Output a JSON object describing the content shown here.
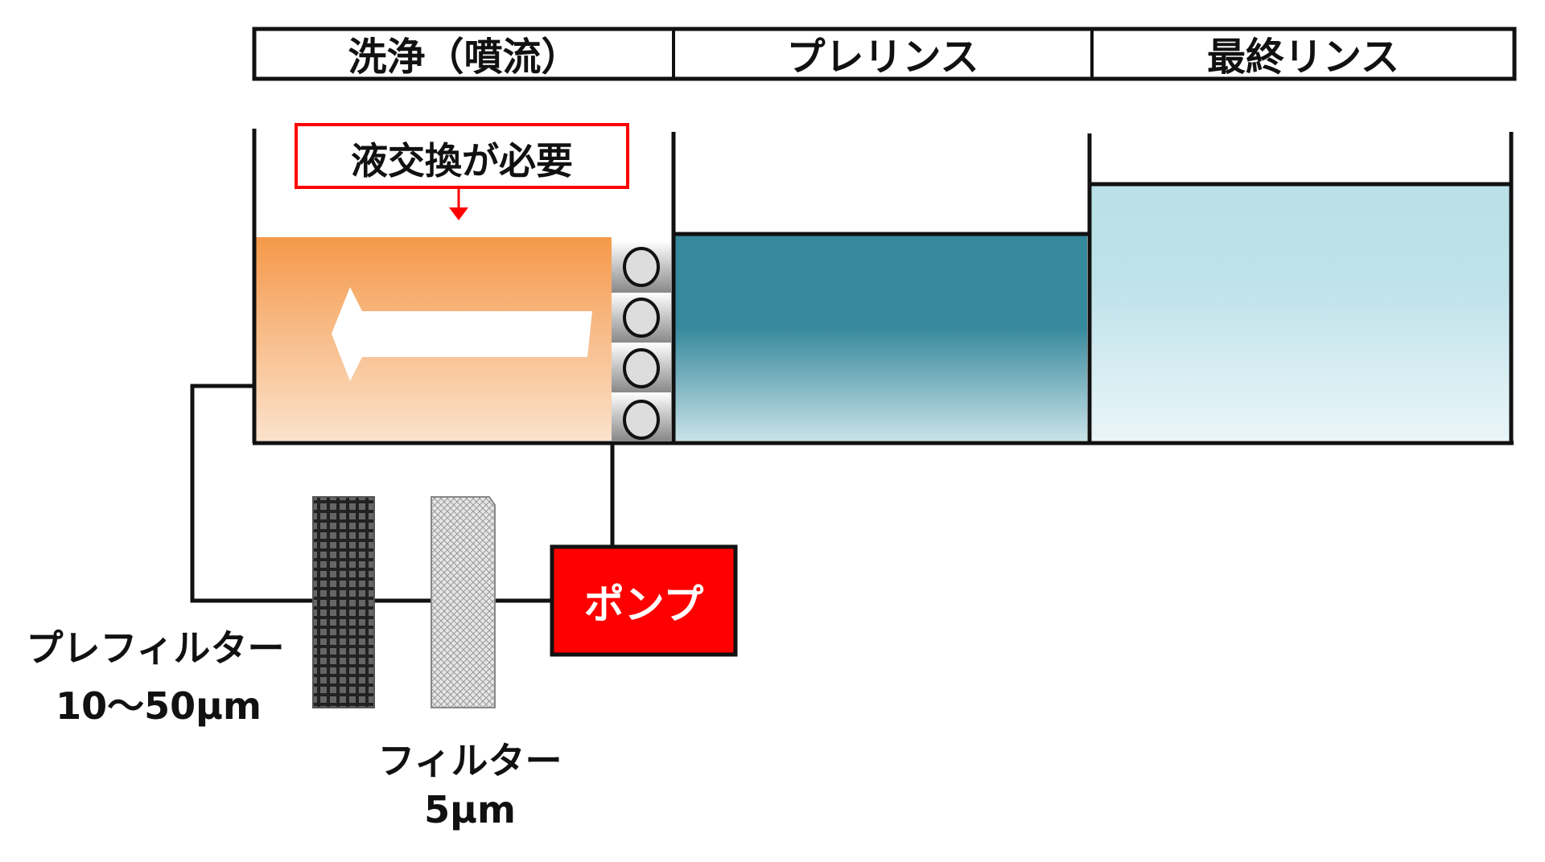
{
  "header": {
    "stages": [
      "洗浄（噴流）",
      "プレリンス",
      "最終リンス"
    ]
  },
  "callout": {
    "text": "液交換が必要",
    "color": "#ff0000"
  },
  "pump": {
    "label": "ポンプ",
    "color": "#ff0000"
  },
  "prefilter": {
    "name": "プレフィルター",
    "spec": "10～50μm"
  },
  "filter": {
    "name": "フィルター",
    "spec": "5μm"
  },
  "colors": {
    "wash_top": "#f5994a",
    "wash_bottom": "#fbe2cc",
    "prerinse_top": "#36889c",
    "prerinse_bottom": "#c8e2e8",
    "final_top": "#b9e0e8",
    "final_bottom": "#eaf6f9"
  }
}
